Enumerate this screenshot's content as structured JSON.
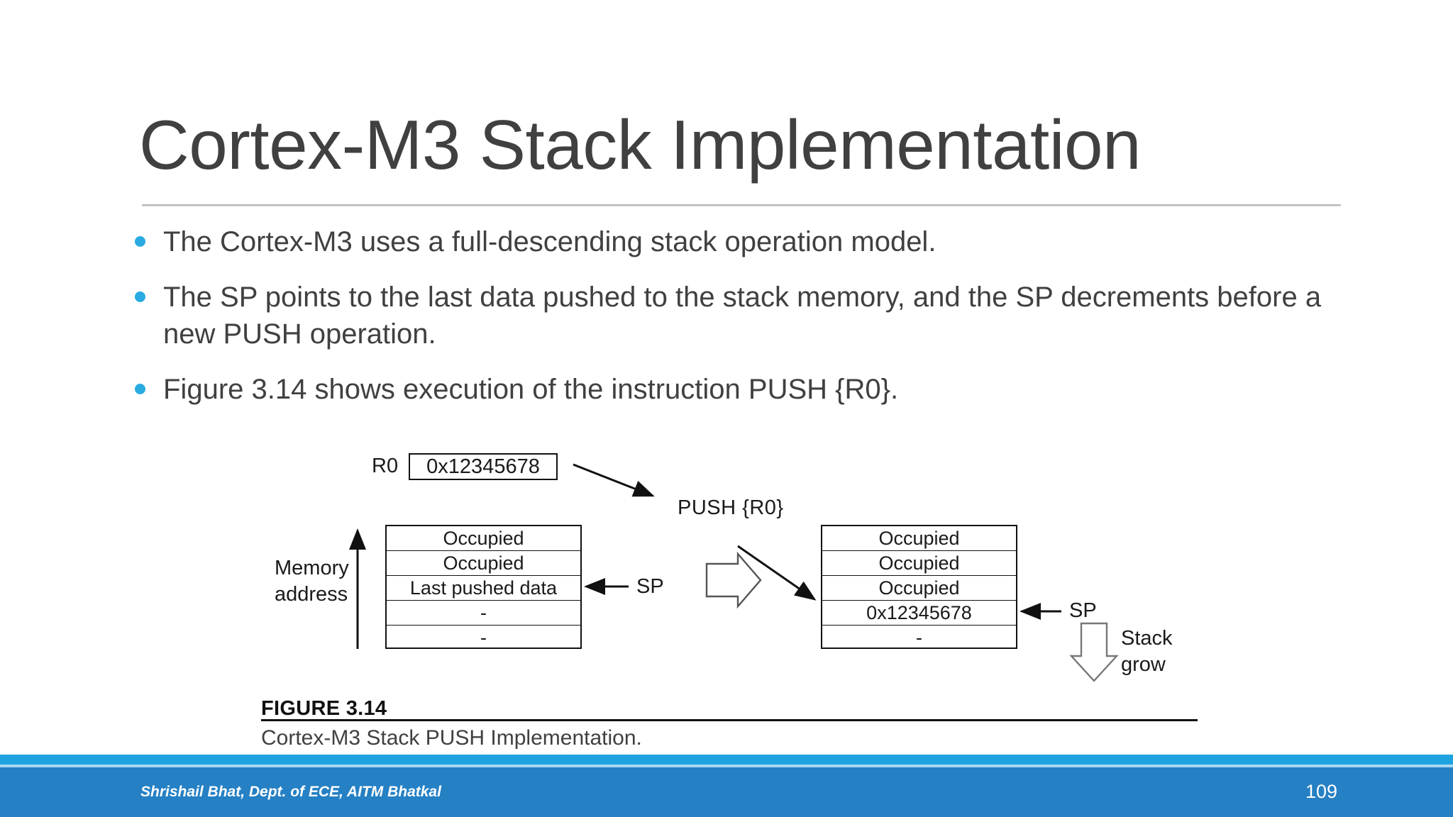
{
  "slide": {
    "title": "Cortex-M3 Stack Implementation",
    "bullets": [
      "The Cortex-M3 uses a full-descending stack operation model.",
      "The SP points to the last data pushed to the stack memory, and the SP decrements before a new PUSH operation.",
      "Figure 3.14 shows execution of the instruction PUSH {R0}."
    ],
    "accent_color": "#29abe2"
  },
  "figure": {
    "register": {
      "name": "R0",
      "value": "0x12345678"
    },
    "memory_axis_label": "Memory\naddress",
    "memory_axis_line1": "Memory",
    "memory_axis_line2": "address",
    "operation_label": "PUSH  {R0}",
    "sp_label_before": "SP",
    "sp_label_after": "SP",
    "stack_grow_label_line1": "Stack",
    "stack_grow_label_line2": "grow",
    "stack_before": {
      "cells": [
        "Occupied",
        "Occupied",
        "Last pushed data",
        "-",
        "-"
      ],
      "sp_index": 2
    },
    "stack_after": {
      "cells": [
        "Occupied",
        "Occupied",
        "Occupied",
        "0x12345678",
        "-"
      ],
      "sp_index": 3
    },
    "caption_title": "FIGURE 3.14",
    "caption_text": "Cortex-M3 Stack PUSH Implementation."
  },
  "footer": {
    "credit": "Shrishail Bhat, Dept. of ECE, AITM Bhatkal",
    "page_number": "109",
    "bar_color": "#2580c4",
    "strip_color": "#1fa2e0"
  }
}
